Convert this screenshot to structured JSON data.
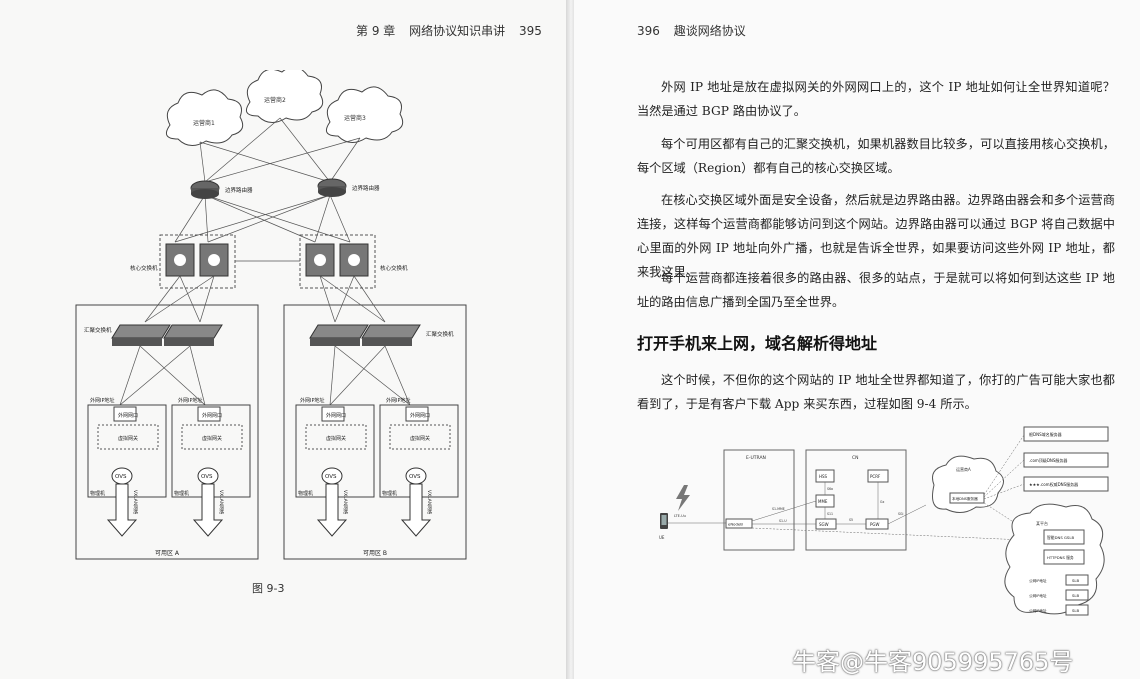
{
  "left_page": {
    "header": {
      "chapter": "第 9 章",
      "title": "网络协议知识串讲",
      "page_number": "395"
    },
    "figure": {
      "caption": "图 9-3",
      "clouds": [
        "运营商1",
        "运营商2",
        "运营商3"
      ],
      "border_router": "边界路由器",
      "core_switch": "核心交换机",
      "agg_switch": "汇聚交换机",
      "external_ip": "外网IP地址",
      "external_port": "外网网口",
      "virtual_gateway": "虚拟网关",
      "ovs": "OVS",
      "physical_machine": "物理机",
      "vxlan": "VXLAN网络",
      "zone_a": "可用区 A",
      "zone_b": "可用区 B"
    }
  },
  "right_page": {
    "header": {
      "page_number": "396",
      "title": "趣谈网络协议"
    },
    "paragraphs": [
      "外网 IP 地址是放在虚拟网关的外网网口上的，这个 IP 地址如何让全世界知道呢？当然是通过 BGP 路由协议了。",
      "每个可用区都有自己的汇聚交换机，如果机器数目比较多，可以直接用核心交换机，每个区域（Region）都有自己的核心交换区域。",
      "在核心交换区域外面是安全设备，然后就是边界路由器。边界路由器会和多个运营商连接，这样每个运营商都能够访问到这个网站。边界路由器可以通过 BGP 将自己数据中心里面的外网 IP 地址向外广播，也就是告诉全世界，如果要访问这些外网 IP 地址，都来我这里。",
      "每个运营商都连接着很多的路由器、很多的站点，于是就可以将如何到达这些 IP 地址的路由信息广播到全国乃至全世界。",
      "这个时候，不但你的这个网站的 IP 地址全世界都知道了，你打的广告可能大家也都看到了，于是有客户下载 App 来买东西，过程如图 9-4 所示。"
    ],
    "section_title": "打开手机来上网，域名解析得地址",
    "figure": {
      "eutran": "E-UTRAN",
      "cn": "CN",
      "hss": "HSS",
      "pcrf": "PCRF",
      "mme": "MME",
      "sgw": "SGW",
      "pgw": "PGW",
      "enodeb": "eNodeB",
      "ue": "UE",
      "lte_uu": "LTE-Uu",
      "s1_mme": "S1-MME",
      "s1u": "S1-U",
      "s6a": "S6a",
      "s11": "S11",
      "s5": "S5",
      "gx": "Gx",
      "sgi": "SGi",
      "operator_cloud": "运营商A",
      "local_dns": "本地DNS服务器",
      "root_dns": "根DNS域名服务器",
      "com_dns": ".com顶级DNS服务器",
      "auth_dns": "★★★.com权威DNS服务器",
      "platform": "某平台",
      "gslb": "智能DNS GSLB",
      "httpdns": "HTTPDNS 服务",
      "public_ip": "公网IP地址",
      "slb": "SLB"
    }
  },
  "watermark": "牛客@牛客905995765号"
}
